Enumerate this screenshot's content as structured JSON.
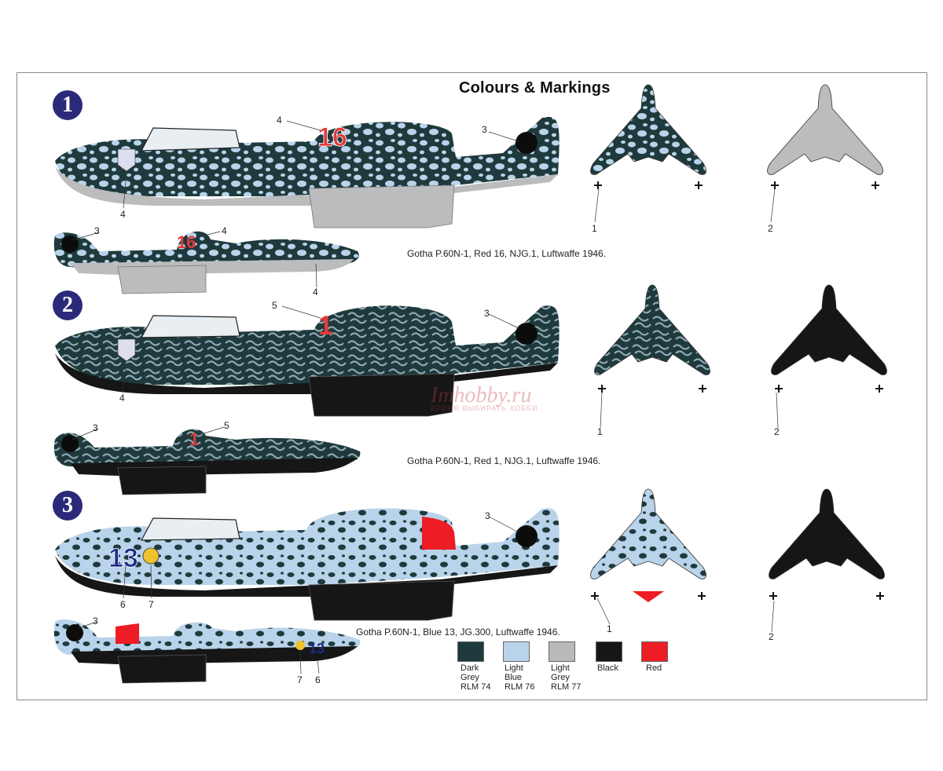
{
  "header": {
    "title": "Colours & Markings"
  },
  "schemes": [
    {
      "number": "1",
      "caption": "Gotha P.60N-1, Red 16, NJG.1, Luftwaffe 1946.",
      "tail_code": "16",
      "code_color": "#e03a3a"
    },
    {
      "number": "2",
      "caption": "Gotha P.60N-1, Red 1, NJG.1, Luftwaffe 1946.",
      "tail_code": "1",
      "code_color": "#e03a3a"
    },
    {
      "number": "3",
      "caption": "Gotha P.60N-1, Blue 13, JG.300, Luftwaffe 1946.",
      "tail_code": "13",
      "code_color": "#1d2d8a"
    }
  ],
  "callouts": {
    "s1": [
      "4",
      "3",
      "4",
      "3",
      "4",
      "4",
      "1",
      "2"
    ],
    "s2": [
      "5",
      "3",
      "4",
      "3",
      "5",
      "1",
      "2"
    ],
    "s3": [
      "3",
      "6",
      "7",
      "3",
      "7",
      "6",
      "1",
      "2"
    ]
  },
  "legend": [
    {
      "label": "Dark\nGrey\nRLM 74",
      "color": "#1f3a3c"
    },
    {
      "label": "Light\nBlue\nRLM 76",
      "color": "#b9d3ea"
    },
    {
      "label": "Light\nGrey\nRLM 77",
      "color": "#b9b9bb"
    },
    {
      "label": "Black",
      "color": "#161616"
    },
    {
      "label": "Red",
      "color": "#ee1c24"
    }
  ],
  "watermark": {
    "text": "Imhobby.ru",
    "sub": "ВРЕМЯ ВЫБИРАТЬ ХОББИ"
  }
}
